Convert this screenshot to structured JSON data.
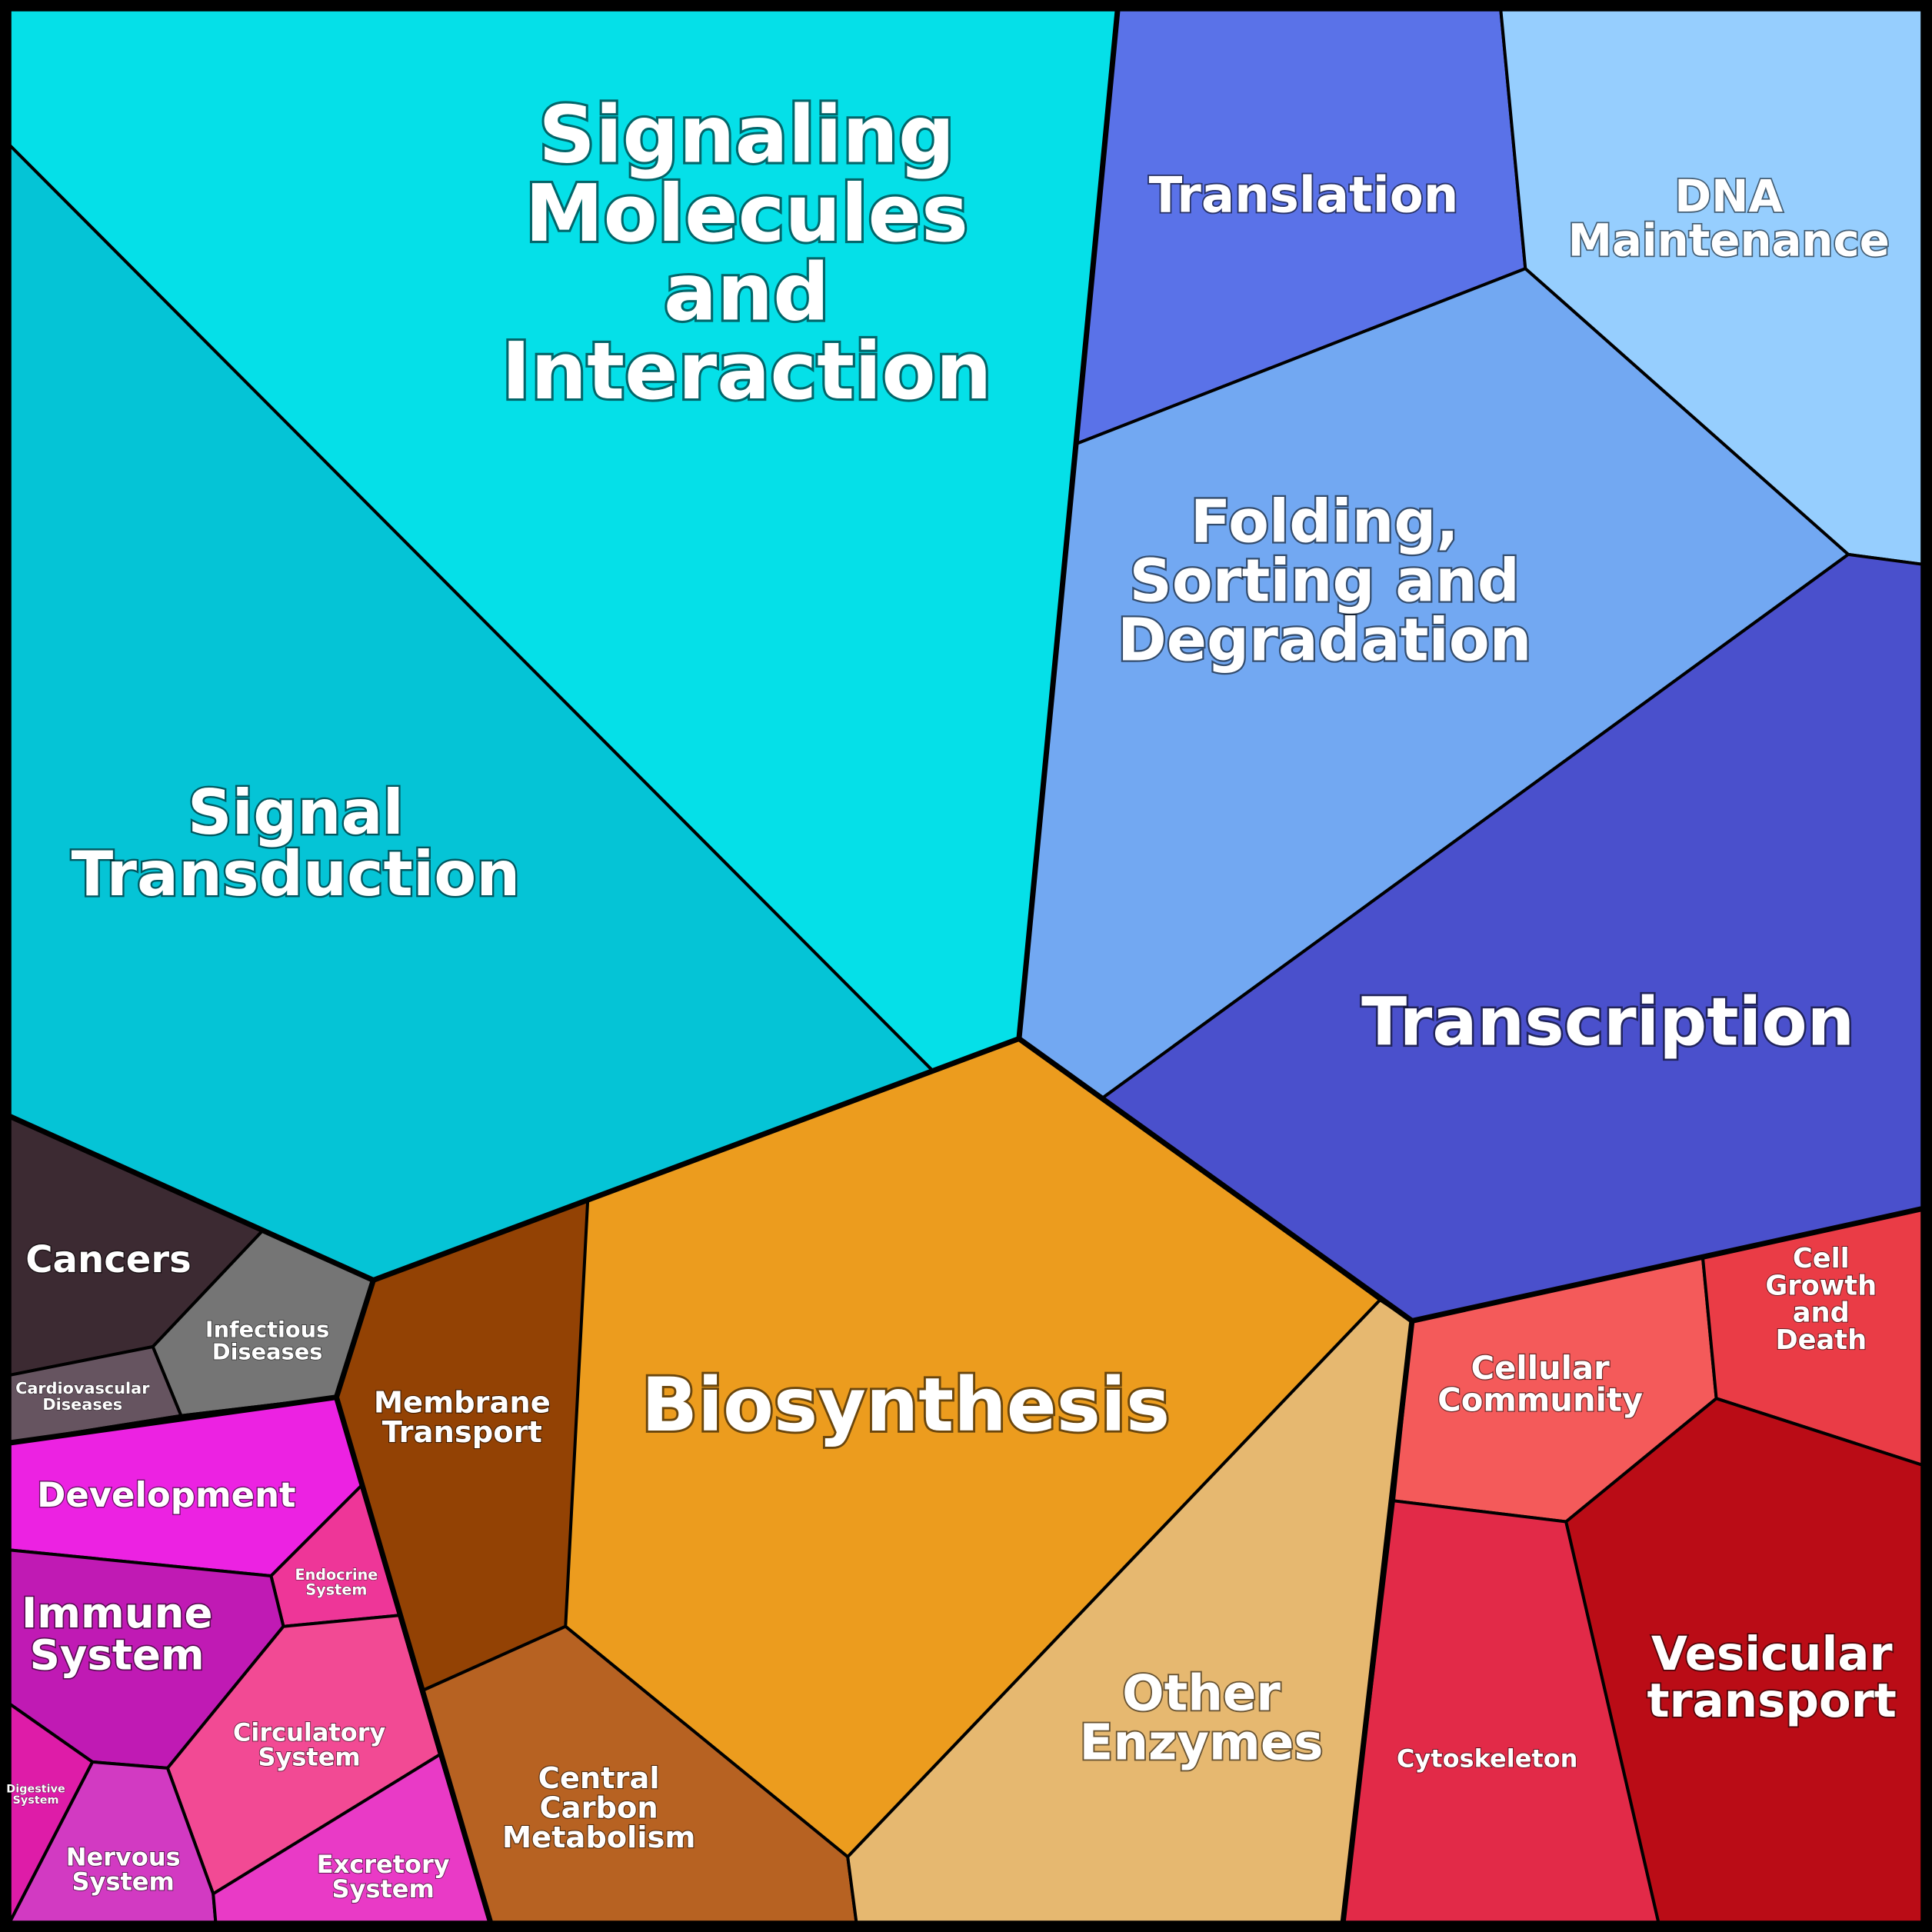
{
  "cells": [
    {
      "id": "signaling-molecules",
      "name": "signaling-molecules-and-interaction",
      "lines": [
        "Signaling",
        "Molecules",
        "and",
        "Interaction"
      ],
      "color": "#05e0e8"
    },
    {
      "id": "signal-transduction",
      "name": "signal-transduction",
      "lines": [
        "Signal",
        "Transduction"
      ],
      "color": "#05c4d6"
    },
    {
      "id": "translation",
      "name": "translation",
      "lines": [
        "Translation"
      ],
      "color": "#5a72e8"
    },
    {
      "id": "dna-maintenance",
      "name": "dna-maintenance",
      "lines": [
        "DNA",
        "Maintenance"
      ],
      "color": "#96cefe"
    },
    {
      "id": "folding",
      "name": "folding-sorting-and-degradation",
      "lines": [
        "Folding,",
        "Sorting and",
        "Degradation"
      ],
      "color": "#72a8f2"
    },
    {
      "id": "transcription",
      "name": "transcription",
      "lines": [
        "Transcription"
      ],
      "color": "#4a50cc"
    },
    {
      "id": "biosynthesis",
      "name": "biosynthesis",
      "lines": [
        "Biosynthesis"
      ],
      "color": "#ec9c1e"
    },
    {
      "id": "membrane-transport",
      "name": "membrane-transport",
      "lines": [
        "Membrane",
        "Transport"
      ],
      "color": "#934204"
    },
    {
      "id": "central-carbon",
      "name": "central-carbon-metabolism",
      "lines": [
        "Central",
        "Carbon",
        "Metabolism"
      ],
      "color": "#b76222"
    },
    {
      "id": "other-enzymes",
      "name": "other-enzymes",
      "lines": [
        "Other",
        "Enzymes"
      ],
      "color": "#e6b870"
    },
    {
      "id": "cellular-community",
      "name": "cellular-community",
      "lines": [
        "Cellular",
        "Community"
      ],
      "color": "#f45a5a"
    },
    {
      "id": "cell-growth",
      "name": "cell-growth-and-death",
      "lines": [
        "Cell",
        "Growth",
        "and",
        "Death"
      ],
      "color": "#ea3c46"
    },
    {
      "id": "cytoskeleton",
      "name": "cytoskeleton",
      "lines": [
        "Cytoskeleton"
      ],
      "color": "#e22a48"
    },
    {
      "id": "vesicular-transport",
      "name": "vesicular-transport",
      "lines": [
        "Vesicular",
        "transport"
      ],
      "color": "#ba0c16"
    },
    {
      "id": "cancers",
      "name": "cancers",
      "lines": [
        "Cancers"
      ],
      "color": "#3c2a32"
    },
    {
      "id": "infectious-diseases",
      "name": "infectious-diseases",
      "lines": [
        "Infectious",
        "Diseases"
      ],
      "color": "#757575"
    },
    {
      "id": "cardiovascular-diseases",
      "name": "cardiovascular-diseases",
      "lines": [
        "Cardiovascular",
        "Diseases"
      ],
      "color": "#665460"
    },
    {
      "id": "development",
      "name": "development",
      "lines": [
        "Development"
      ],
      "color": "#ec22e2"
    },
    {
      "id": "endocrine-system",
      "name": "endocrine-system",
      "lines": [
        "Endocrine",
        "System"
      ],
      "color": "#ee3698"
    },
    {
      "id": "immune-system",
      "name": "immune-system",
      "lines": [
        "Immune",
        "System"
      ],
      "color": "#c01ab4"
    },
    {
      "id": "circulatory-system",
      "name": "circulatory-system",
      "lines": [
        "Circulatory",
        "System"
      ],
      "color": "#f24a94"
    },
    {
      "id": "digestive-system",
      "name": "digestive-system",
      "lines": [
        "Digestive",
        "System"
      ],
      "color": "#de1ca8"
    },
    {
      "id": "nervous-system",
      "name": "nervous-system",
      "lines": [
        "Nervous",
        "System"
      ],
      "color": "#d23ac2"
    },
    {
      "id": "excretory-system",
      "name": "excretory-system",
      "lines": [
        "Excretory",
        "System"
      ],
      "color": "#e93ac6"
    }
  ]
}
